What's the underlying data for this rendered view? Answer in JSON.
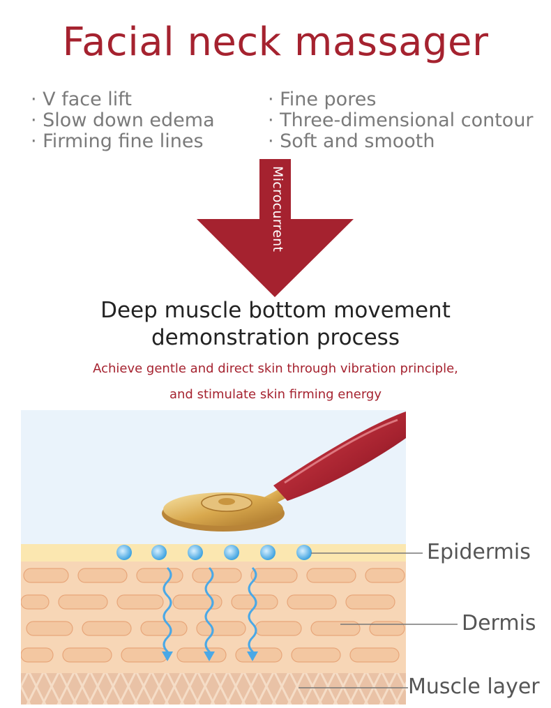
{
  "title": "Facial neck massager",
  "features_left": [
    "· V face lift",
    "· Slow down edema",
    "· Firming fine lines"
  ],
  "features_right": [
    "· Fine pores",
    "· Three-dimensional contour",
    "· Soft and smooth"
  ],
  "arrow_label": "Microcurrent",
  "heading_line1": "Deep muscle bottom movement",
  "heading_line2": "demonstration process",
  "sub_line1": "Achieve gentle and direct skin through vibration principle,",
  "sub_line2": "and stimulate skin firming energy",
  "layers": {
    "epidermis": "Epidermis",
    "dermis": "Dermis",
    "muscle": "Muscle layer"
  },
  "colors": {
    "brand_red": "#a5222f",
    "sky": "#eaf3fb",
    "epidermis": "#fbe7b0",
    "dermis": "#f7d6b6",
    "muscle": "#e9c2a6",
    "dot_blue": "#3ea2e0"
  },
  "icons": [
    "massager-device-icon",
    "down-arrow-icon",
    "energy-dot-icon",
    "wave-arrow-icon"
  ]
}
